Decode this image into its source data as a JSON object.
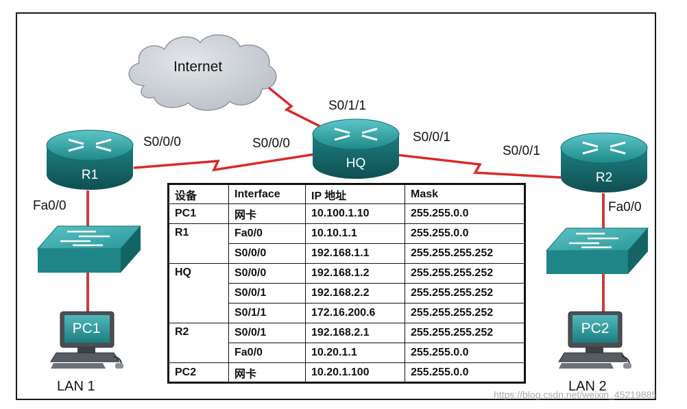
{
  "diagram": {
    "cloud_label": "Internet",
    "devices": {
      "r1": "R1",
      "hq": "HQ",
      "r2": "R2",
      "pc1": "PC1",
      "pc2": "PC2"
    },
    "interface_labels": {
      "r1_s000": "S0/0/0",
      "hq_s000": "S0/0/0",
      "hq_s011": "S0/1/1",
      "hq_s001": "S0/0/1",
      "r2_s001": "S0/0/1",
      "r1_fa00": "Fa0/0",
      "r2_fa00": "Fa0/0"
    },
    "lan_labels": {
      "lan1": "LAN 1",
      "lan2": "LAN 2"
    }
  },
  "address_table": {
    "headers": [
      "设备",
      "Interface",
      "IP 地址",
      "Mask"
    ],
    "rows": [
      {
        "device": "PC1",
        "interface": "网卡",
        "ip": "10.100.1.10",
        "mask": "255.255.0.0"
      },
      {
        "device": "R1",
        "interface": "Fa0/0",
        "ip": "10.10.1.1",
        "mask": "255.255.0.0"
      },
      {
        "device": "",
        "interface": "S0/0/0",
        "ip": "192.168.1.1",
        "mask": "255.255.255.252"
      },
      {
        "device": "HQ",
        "interface": "S0/0/0",
        "ip": "192.168.1.2",
        "mask": "255.255.255.252"
      },
      {
        "device": "",
        "interface": "S0/0/1",
        "ip": "192.168.2.2",
        "mask": "255.255.255.252"
      },
      {
        "device": "",
        "interface": "S0/1/1",
        "ip": "172.16.200.6",
        "mask": "255.255.255.252"
      },
      {
        "device": "R2",
        "interface": "S0/0/1",
        "ip": "192.168.2.1",
        "mask": "255.255.255.252"
      },
      {
        "device": "",
        "interface": "Fa0/0",
        "ip": "10.20.1.1",
        "mask": "255.255.0.0"
      },
      {
        "device": "PC2",
        "interface": "网卡",
        "ip": "10.20.1.100",
        "mask": "255.255.0.0"
      }
    ]
  },
  "watermark": "https://blog.csdn.net/weixin_45219885",
  "colors": {
    "router": "#1f8a8a",
    "switch": "#1f8a8a",
    "serial_link": "#d92a2a",
    "ethernet_link": "#d23b3b",
    "cloud": "#c9ced3"
  }
}
